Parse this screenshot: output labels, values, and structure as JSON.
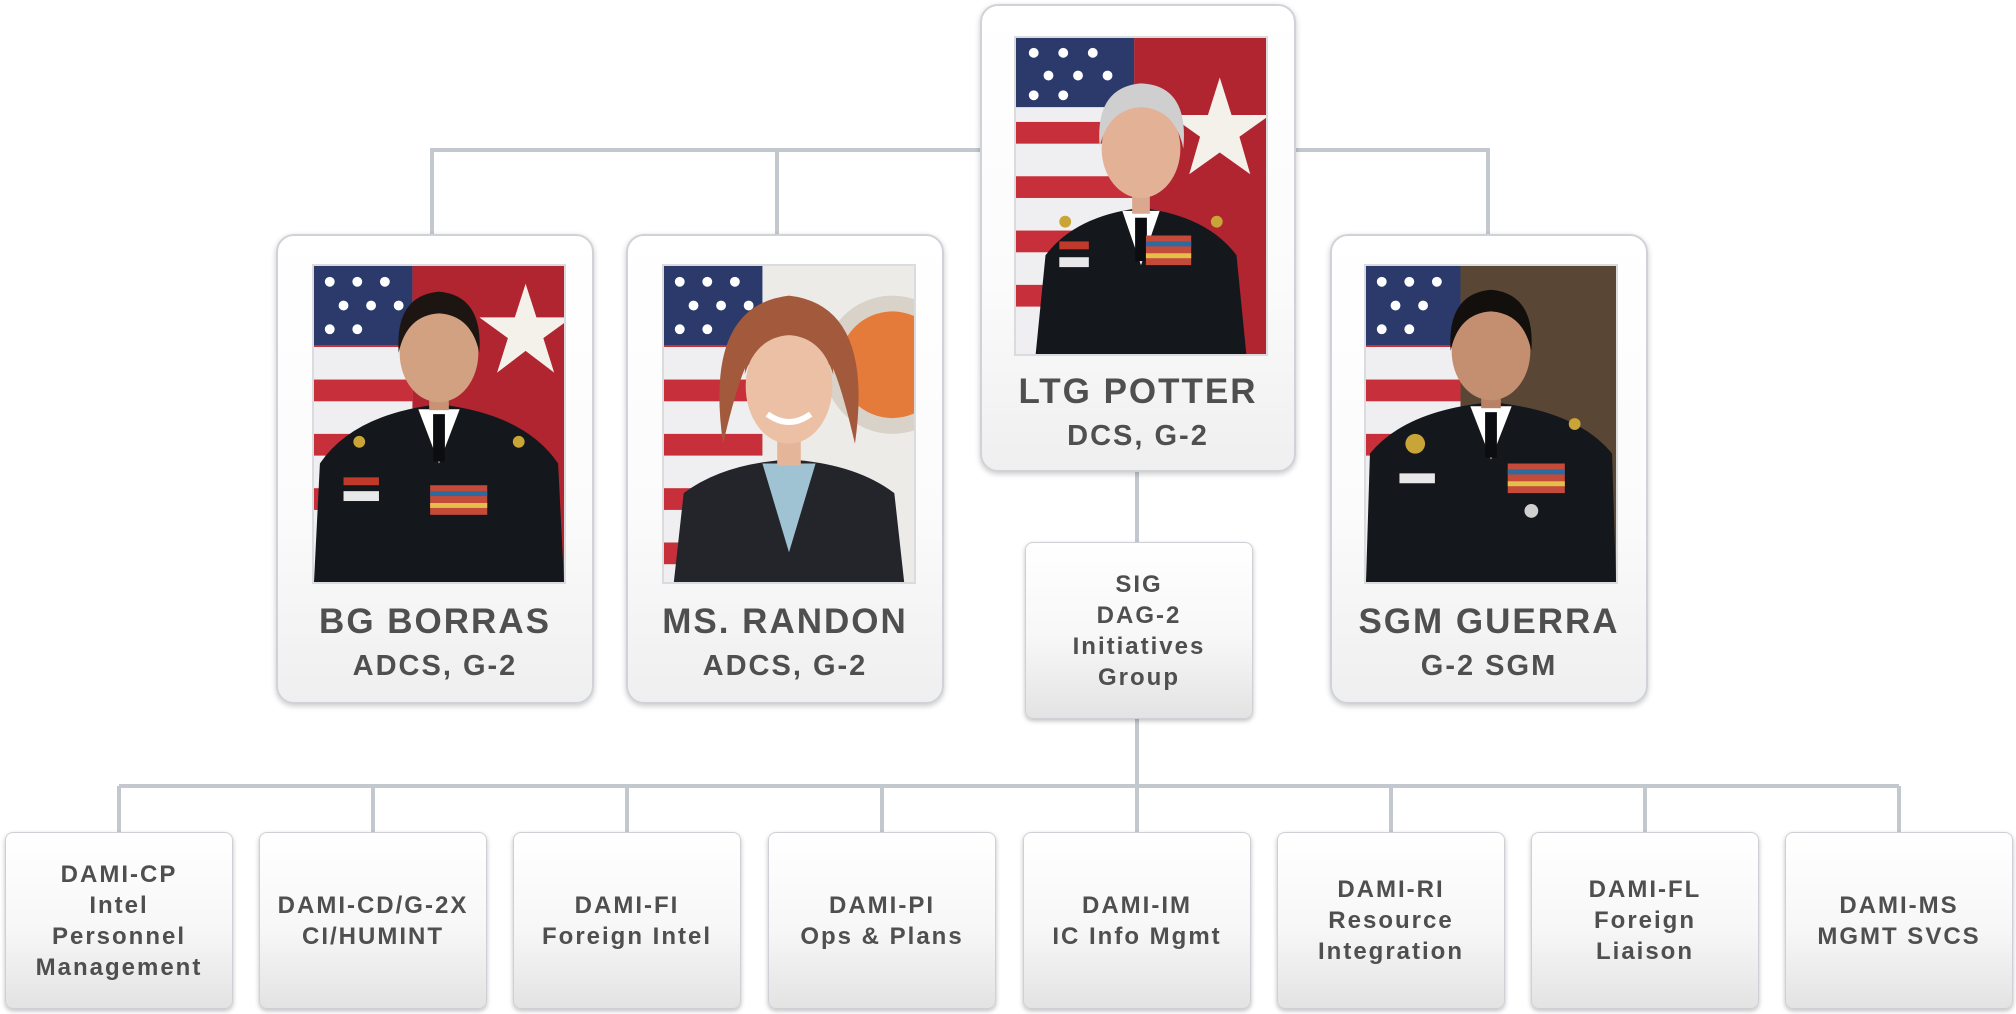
{
  "leaders": {
    "potter": {
      "name": "LTG POTTER",
      "role": "DCS, G-2",
      "photo": "portrait-flag-red-uniform-black"
    },
    "borras": {
      "name": "BG BORRAS",
      "role": "ADCS, G-2",
      "photo": "portrait-flag-red-uniform-black"
    },
    "randon": {
      "name": "MS. RANDON",
      "role": "ADCS, G-2",
      "photo": "portrait-flag-seal-civilian"
    },
    "guerra": {
      "name": "SGM GUERRA",
      "role": "G-2 SGM",
      "photo": "portrait-flag-brown-uniform-black"
    }
  },
  "sig": {
    "lines": [
      "SIG",
      "DAG-2",
      "Initiatives",
      "Group"
    ]
  },
  "directorates": [
    {
      "lines": [
        "DAMI-CP",
        "Intel",
        "Personnel",
        "Management"
      ]
    },
    {
      "lines": [
        "DAMI-CD/G-2X",
        "CI/HUMINT"
      ]
    },
    {
      "lines": [
        "DAMI-FI",
        "Foreign Intel"
      ]
    },
    {
      "lines": [
        "DAMI-PI",
        "Ops & Plans"
      ]
    },
    {
      "lines": [
        "DAMI-IM",
        "IC Info Mgmt"
      ]
    },
    {
      "lines": [
        "DAMI-RI",
        "Resource",
        "Integration"
      ]
    },
    {
      "lines": [
        "DAMI-FL",
        "Foreign",
        "Liaison"
      ]
    },
    {
      "lines": [
        "DAMI-MS",
        "MGMT SVCS"
      ]
    }
  ],
  "colors": {
    "connector": "#c3c8ce",
    "text": "#4f4f4f",
    "flag_red": "#b0252f",
    "flag_blue": "#2b3a6b",
    "uniform": "#14171c"
  }
}
